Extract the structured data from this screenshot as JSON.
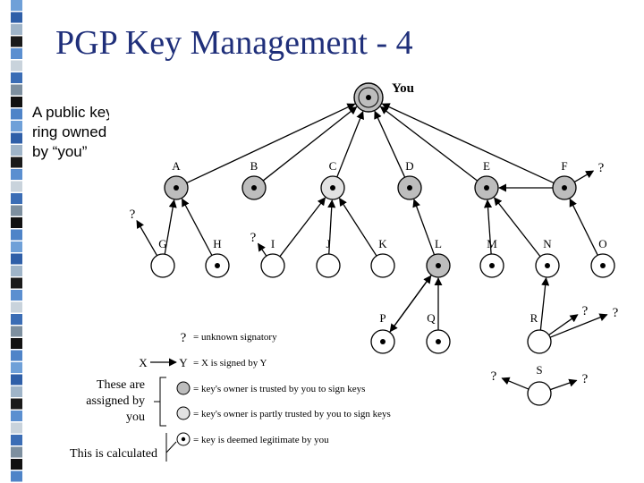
{
  "slide": {
    "title": "PGP Key Management - 4",
    "intro_lines": [
      "A public key",
      "ring owned",
      "by “you”"
    ]
  },
  "diagram": {
    "root_label": "You",
    "nodes": [
      {
        "id": "A",
        "label": "A",
        "fill": "trusted",
        "legit": true
      },
      {
        "id": "B",
        "label": "B",
        "fill": "trusted",
        "legit": true
      },
      {
        "id": "C",
        "label": "C",
        "fill": "partly-trusted",
        "legit": true
      },
      {
        "id": "D",
        "label": "D",
        "fill": "trusted",
        "legit": true
      },
      {
        "id": "E",
        "label": "E",
        "fill": "trusted",
        "legit": true
      },
      {
        "id": "F",
        "label": "F",
        "fill": "trusted",
        "legit": true
      },
      {
        "id": "G",
        "label": "G",
        "fill": "none",
        "legit": false
      },
      {
        "id": "H",
        "label": "H",
        "fill": "none",
        "legit": true
      },
      {
        "id": "I",
        "label": "I",
        "fill": "none",
        "legit": false
      },
      {
        "id": "J",
        "label": "J",
        "fill": "none",
        "legit": false
      },
      {
        "id": "K",
        "label": "K",
        "fill": "none",
        "legit": false
      },
      {
        "id": "L",
        "label": "L",
        "fill": "trusted",
        "legit": true
      },
      {
        "id": "M",
        "label": "M",
        "fill": "none",
        "legit": true
      },
      {
        "id": "N",
        "label": "N",
        "fill": "none",
        "legit": true
      },
      {
        "id": "O",
        "label": "O",
        "fill": "none",
        "legit": true
      },
      {
        "id": "P",
        "label": "P",
        "fill": "none",
        "legit": true
      },
      {
        "id": "Q",
        "label": "Q",
        "fill": "none",
        "legit": true
      },
      {
        "id": "R",
        "label": "R",
        "fill": "none",
        "legit": false
      },
      {
        "id": "S",
        "label": "S",
        "fill": "none",
        "legit": false
      }
    ],
    "unknown_mark": "?",
    "legend": [
      {
        "key": "unknown",
        "text": "= unknown signatory"
      },
      {
        "key": "signed",
        "text": "= X is signed by Y",
        "x_label": "X",
        "y_label": "Y"
      },
      {
        "key": "trusted",
        "text": "= key's owner is trusted by you to sign keys"
      },
      {
        "key": "partly",
        "text": "= key's owner is partly trusted by you to sign keys"
      },
      {
        "key": "legit",
        "text": "= key is deemed legitimate by you"
      }
    ],
    "assigned_note": "These are assigned by you",
    "calculated_note": "This is calculated",
    "colors": {
      "trusted": "#bdbdbd",
      "partly": "#e2e2e2",
      "title": "#1f2f7a"
    }
  }
}
